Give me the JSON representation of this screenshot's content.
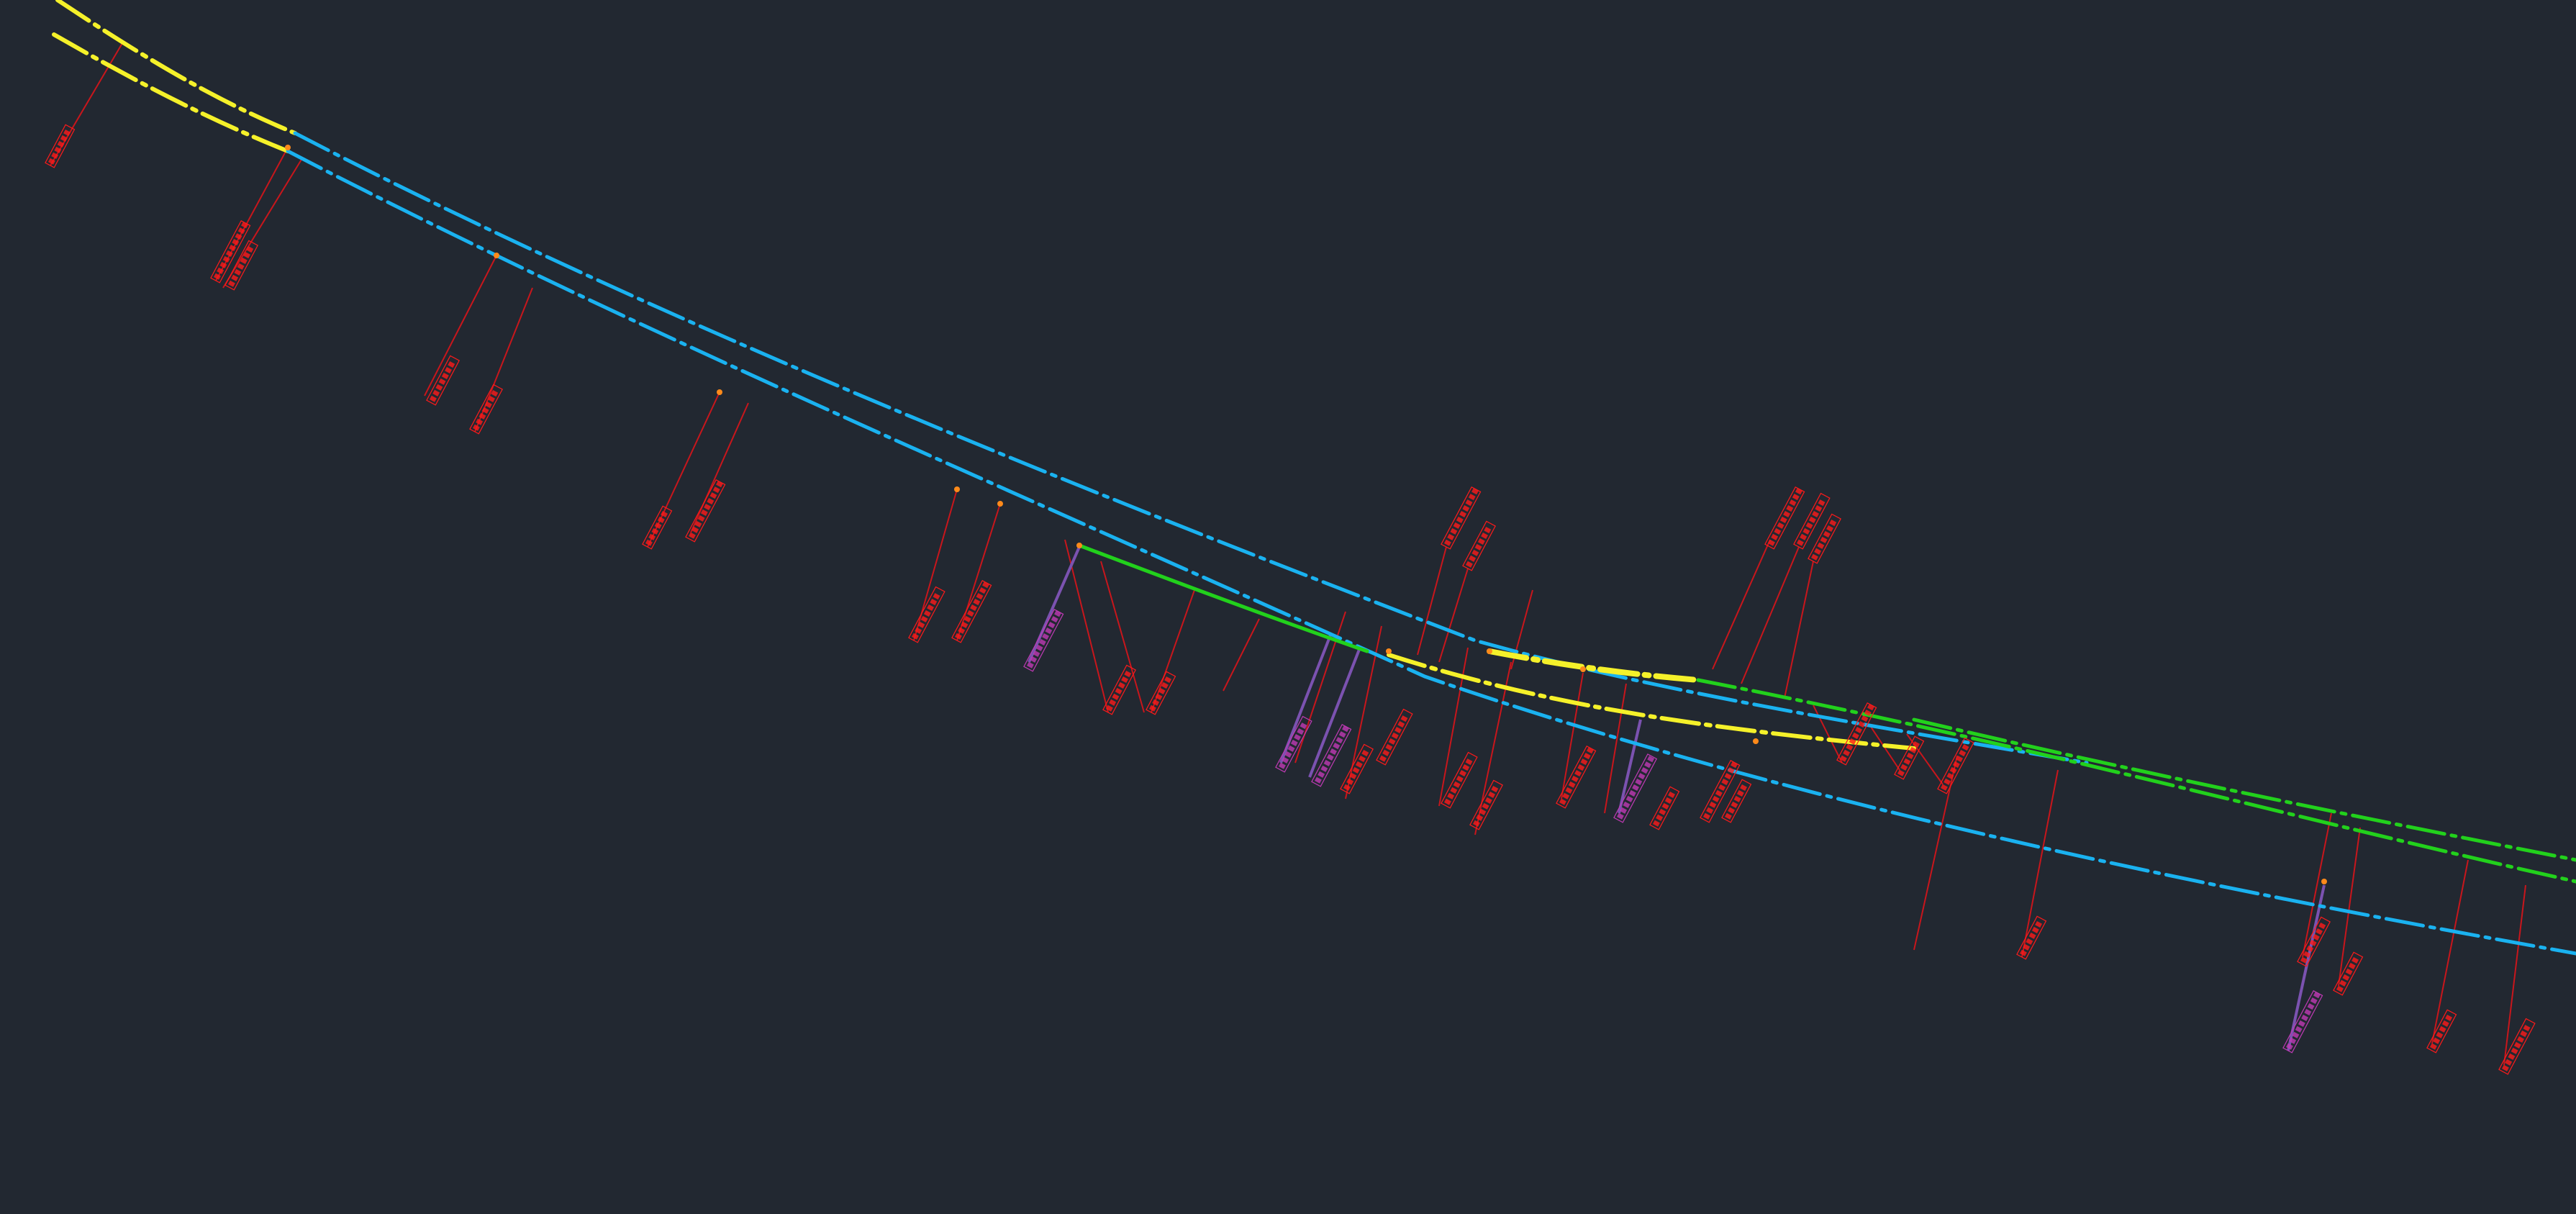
{
  "colors": {
    "background": "#222831",
    "cyan": "#1ab2f0",
    "yellow": "#f5f12a",
    "green": "#22d11c",
    "leader_red": "#c8161c",
    "label_red": "#ff1a1a",
    "magenta": "#c03ab5",
    "purple_leader": "#7b52b0",
    "orange": "#ff8a1a"
  },
  "drawing": {
    "type": "cad-pipeline-alignment",
    "lines": [
      {
        "name": "yellow-line-upper",
        "color": "yellow",
        "style": "dash-dot"
      },
      {
        "name": "yellow-line-lower",
        "color": "yellow",
        "style": "dash-dot"
      },
      {
        "name": "cyan-line-upper",
        "color": "cyan",
        "style": "dash-dot"
      },
      {
        "name": "cyan-line-lower",
        "color": "cyan",
        "style": "dash-dot"
      },
      {
        "name": "yellow-line-mid",
        "color": "yellow",
        "style": "dash-dot"
      },
      {
        "name": "yellow-line-mid-lower",
        "color": "yellow",
        "style": "dash-dot"
      },
      {
        "name": "green-line-short",
        "color": "green",
        "style": "solid"
      },
      {
        "name": "green-line-upper",
        "color": "green",
        "style": "dash-dot"
      },
      {
        "name": "green-line-lower",
        "color": "green",
        "style": "dash-dot"
      }
    ]
  }
}
